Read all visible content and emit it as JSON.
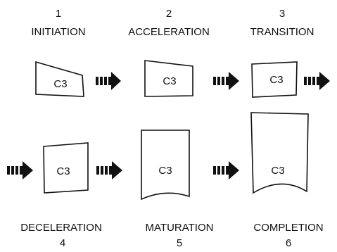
{
  "stages": [
    {
      "number": "1",
      "name": "INITIATION"
    },
    {
      "number": "2",
      "name": "ACCELERATION"
    },
    {
      "number": "3",
      "name": "TRANSITION"
    },
    {
      "number": "4",
      "name": "DECELERATION"
    },
    {
      "number": "5",
      "name": "MATURATION"
    },
    {
      "number": "6",
      "name": "COMPLETION"
    }
  ],
  "box_label": "C3"
}
